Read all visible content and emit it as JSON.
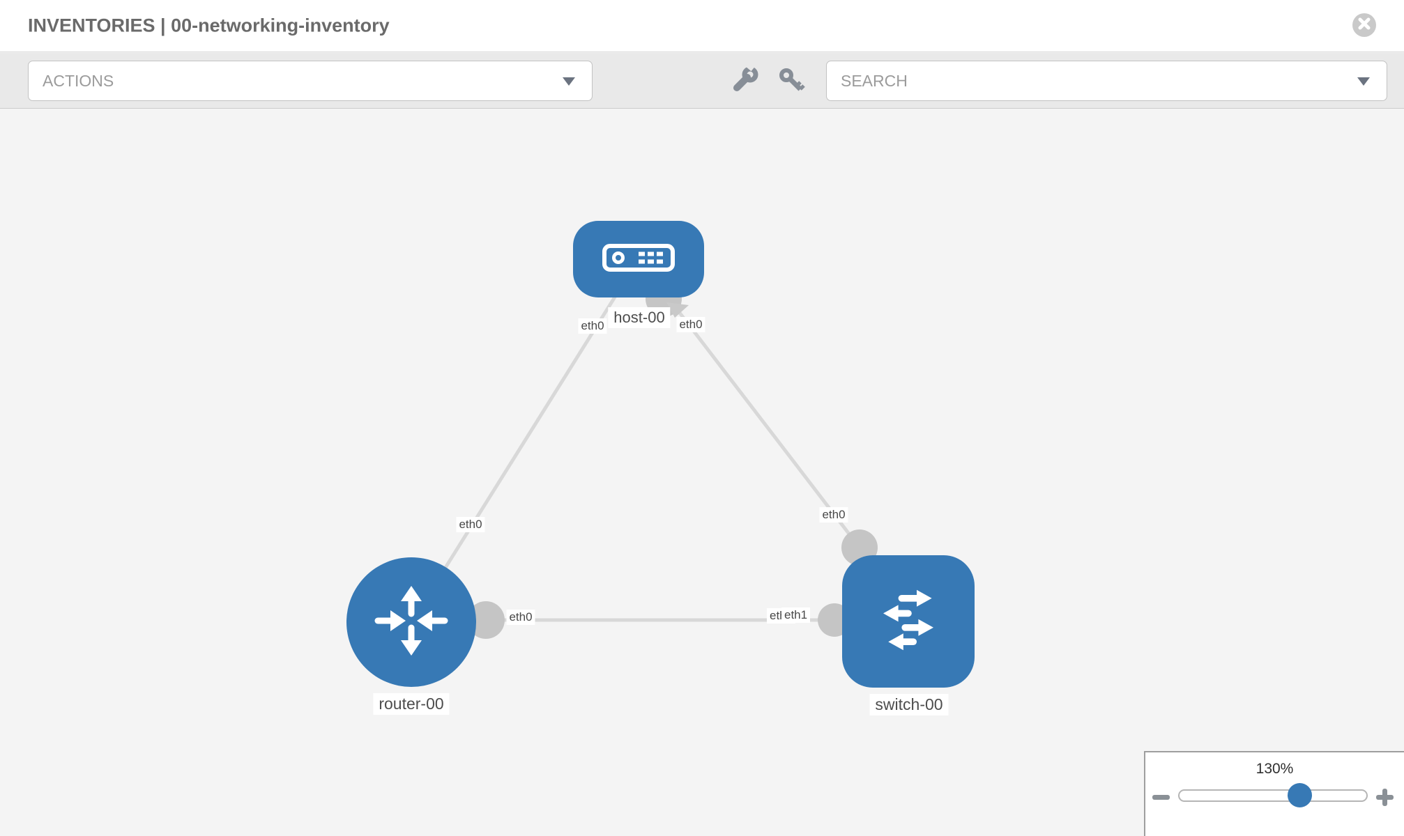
{
  "header": {
    "title": "INVENTORIES | 00-networking-inventory",
    "close_icon": "circle-x"
  },
  "toolbar": {
    "actions": {
      "placeholder": "ACTIONS"
    },
    "search": {
      "placeholder": "SEARCH"
    },
    "wrench_icon": "wrench",
    "key_icon": "key"
  },
  "topology": {
    "nodes": [
      {
        "id": "host-00",
        "type": "host",
        "label": "host-00"
      },
      {
        "id": "router-00",
        "type": "router",
        "label": "router-00"
      },
      {
        "id": "switch-00",
        "type": "switch",
        "label": "switch-00"
      }
    ],
    "links": [
      {
        "source": "host-00",
        "target": "router-00",
        "source_interface": "eth0",
        "target_interface": "eth0"
      },
      {
        "source": "host-00",
        "target": "switch-00",
        "source_interface": "eth0",
        "target_interface": "eth0"
      },
      {
        "source": "router-00",
        "target": "switch-00",
        "source_interface": "eth0",
        "target_interface": "eth1"
      }
    ],
    "interface_labels": {
      "host_to_router_at_host": "eth0",
      "host_to_router_at_router": "eth0",
      "host_to_switch_at_host": "eth0",
      "host_to_switch_at_switch": "eth0",
      "router_to_switch_at_router": "eth0",
      "router_to_switch_at_switch_under": "eth0",
      "router_to_switch_at_switch": "eth1"
    }
  },
  "zoom_control": {
    "level": "130%",
    "minus_icon": "minus",
    "plus_icon": "plus"
  },
  "colors": {
    "node_blue": "#3779b5",
    "link_gray": "#d8d8d8",
    "connector_gray": "#c5c5c5",
    "toolbar_gray": "#e9e9e9"
  }
}
